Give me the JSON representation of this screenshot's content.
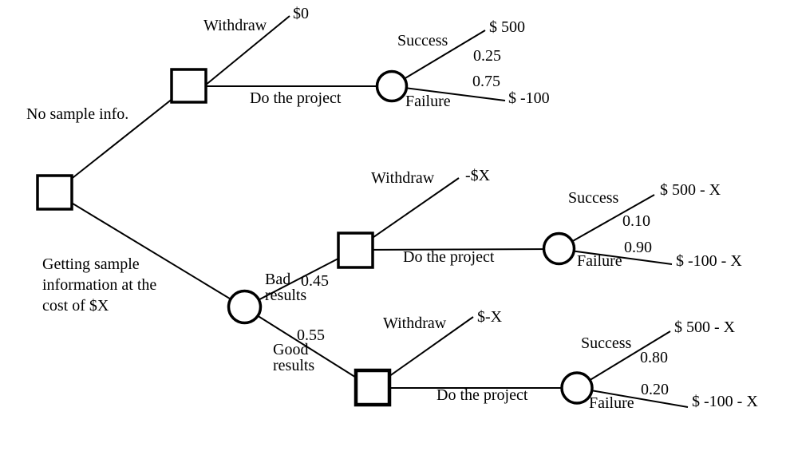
{
  "diagram_colors": {
    "line": "#000000",
    "background": "#ffffff",
    "text": "#000000"
  },
  "tree": {
    "branch_no_sample": {
      "label": "No sample info.",
      "withdraw": "Withdraw",
      "withdraw_payoff": "$0",
      "do_project": "Do the project",
      "success": "Success",
      "success_prob": "0.25",
      "success_payoff": "$ 500",
      "failure": "Failure",
      "failure_prob": "0.75",
      "failure_payoff": "$ -100"
    },
    "branch_sample": {
      "label": "Getting sample\ninformation at the\ncost of $X",
      "bad": {
        "label": "Bad\nresults",
        "prob": "0.45",
        "withdraw": "Withdraw",
        "withdraw_payoff": "-$X",
        "do_project": "Do the project",
        "success": "Success",
        "success_prob": "0.10",
        "success_payoff": "$ 500 - X",
        "failure": "Failure",
        "failure_prob": "0.90",
        "failure_payoff": "$ -100 - X"
      },
      "good": {
        "label": "Good\nresults",
        "prob": "0.55",
        "withdraw": "Withdraw",
        "withdraw_payoff": "$-X",
        "do_project": "Do the project",
        "success": "Success",
        "success_prob": "0.80",
        "success_payoff": "$ 500 - X",
        "failure": "Failure",
        "failure_prob": "0.20",
        "failure_payoff": "$ -100 - X"
      }
    }
  }
}
